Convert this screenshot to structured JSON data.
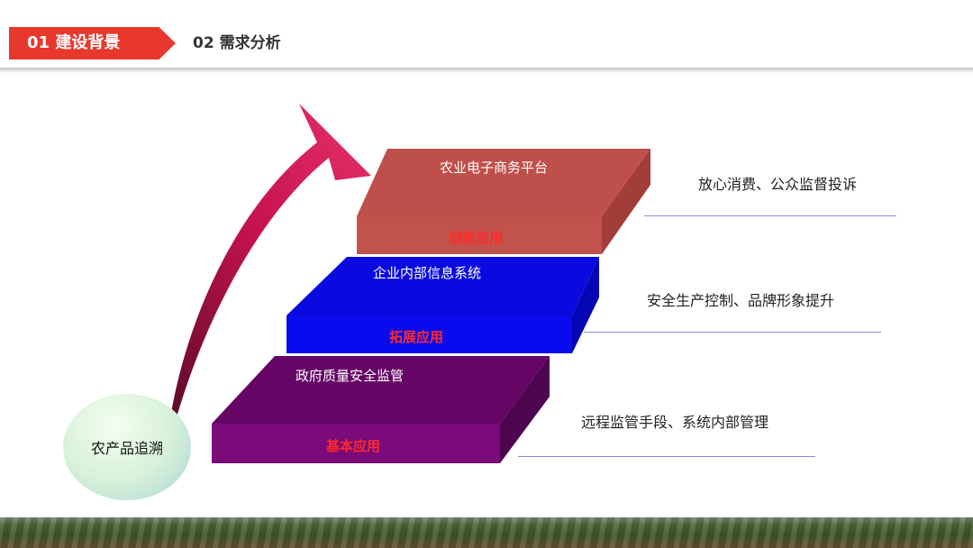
{
  "header": {
    "tab_active": "01  建设背景",
    "tab_inactive": "02 需求分析"
  },
  "diagram": {
    "origin": "农产品追溯",
    "layers": [
      {
        "title": "农业电子商务平台",
        "stage": "创新应用",
        "color": "#c2524c",
        "desc": "放心消费、公众监督投诉"
      },
      {
        "title": "企业内部信息系统",
        "stage": "拓展应用",
        "color": "#0a0aee",
        "desc": "安全生产控制、品牌形象提升"
      },
      {
        "title": "政府质量安全监管",
        "stage": "基本应用",
        "color": "#7b0a7b",
        "desc": "远程监管手段、系统内部管理"
      }
    ]
  }
}
